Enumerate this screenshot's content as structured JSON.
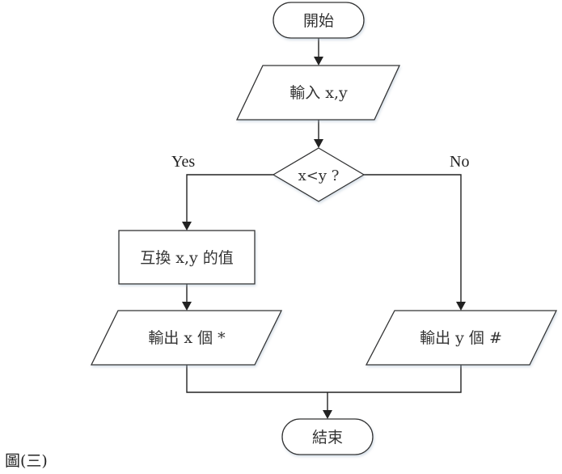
{
  "diagram": {
    "type": "flowchart",
    "nodes": {
      "start": {
        "shape": "terminator",
        "label": "開始"
      },
      "input": {
        "shape": "parallelogram",
        "label": "輸入 x,y"
      },
      "decision": {
        "shape": "diamond",
        "label": "x<y ?"
      },
      "swap": {
        "shape": "rectangle",
        "label": "互換 x,y 的值"
      },
      "output_x": {
        "shape": "parallelogram",
        "label": "輸出 x 個 *"
      },
      "output_y": {
        "shape": "parallelogram",
        "label": "輸出 y 個 #"
      },
      "end": {
        "shape": "terminator",
        "label": "結束"
      }
    },
    "branches": {
      "yes": "Yes",
      "no": "No"
    },
    "edges": [
      {
        "from": "start",
        "to": "input"
      },
      {
        "from": "input",
        "to": "decision"
      },
      {
        "from": "decision",
        "to": "swap",
        "label": "Yes"
      },
      {
        "from": "decision",
        "to": "output_y",
        "label": "No"
      },
      {
        "from": "swap",
        "to": "output_x"
      },
      {
        "from": "output_x",
        "to": "end"
      },
      {
        "from": "output_y",
        "to": "end"
      }
    ],
    "caption": "圖(三)"
  }
}
